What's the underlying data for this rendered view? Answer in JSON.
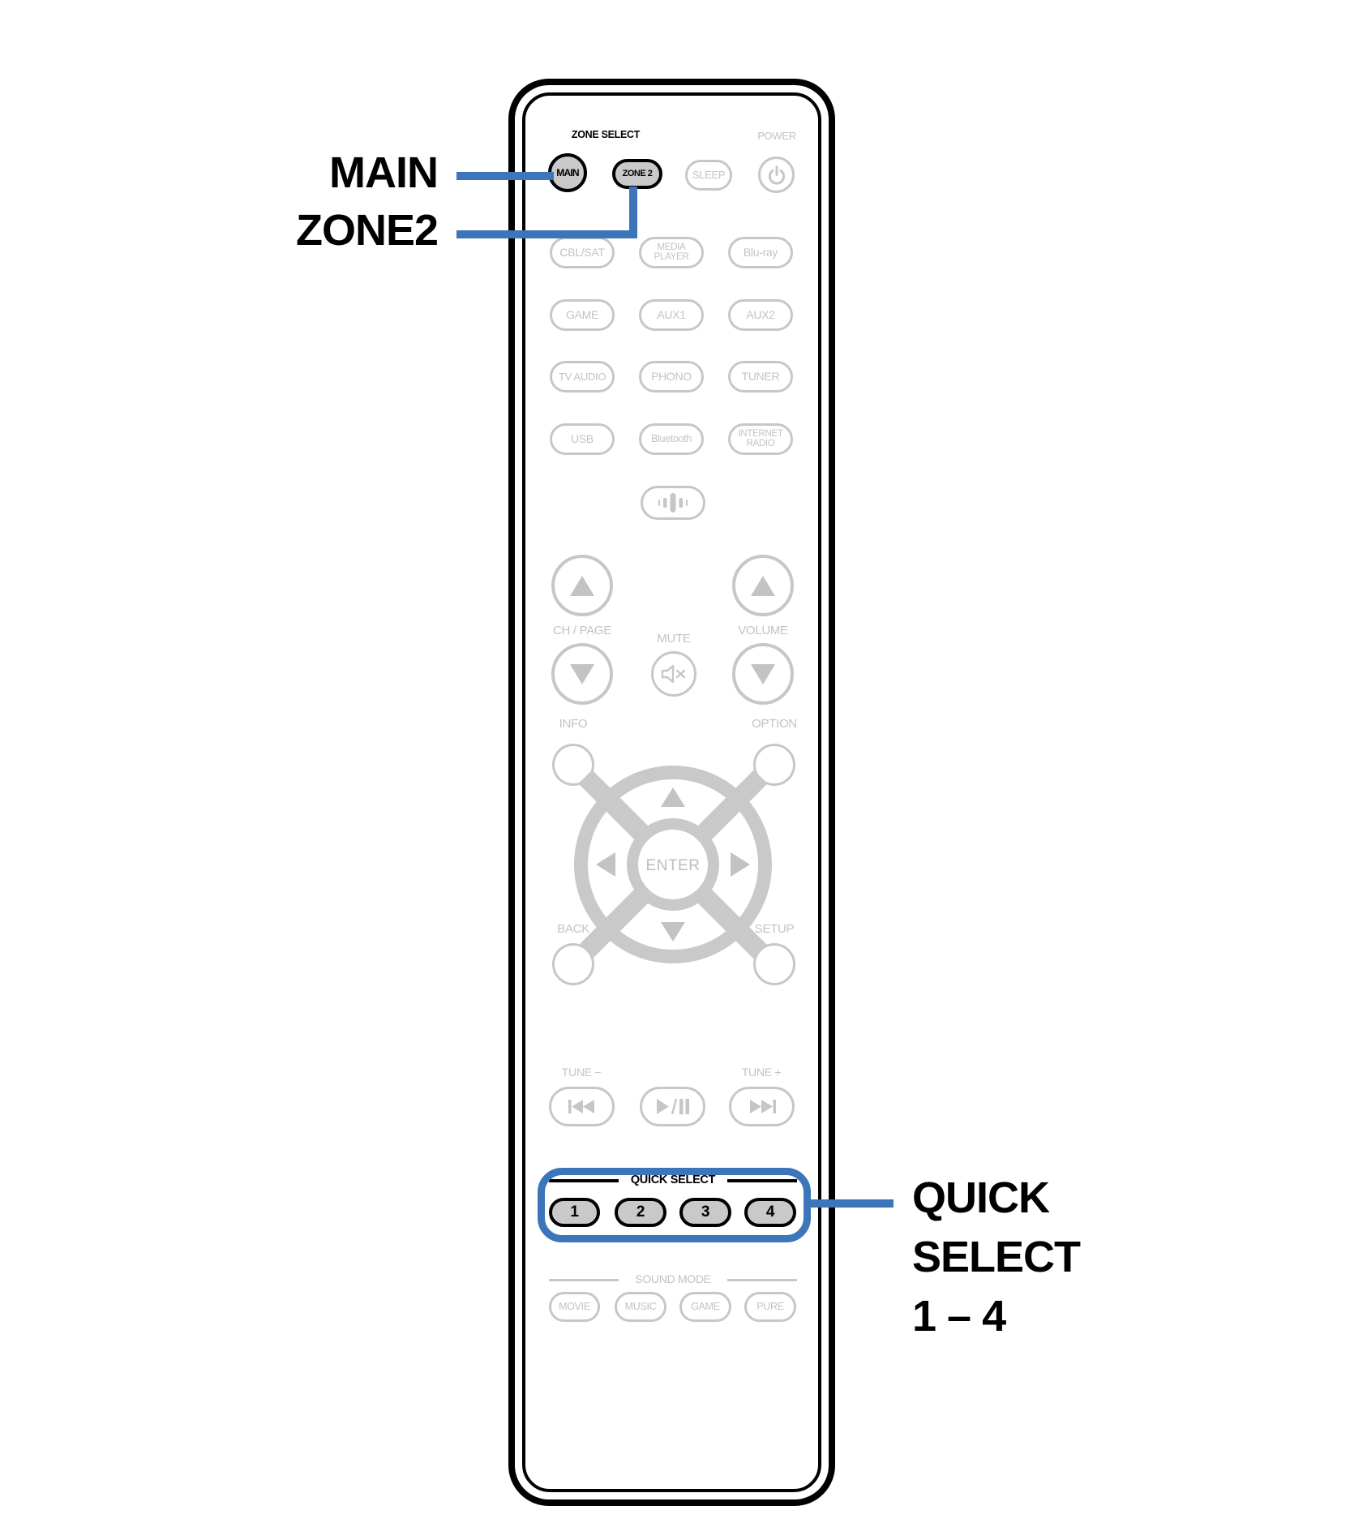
{
  "colors": {
    "accent_blue": "#3C75B9",
    "highlight_button_fill": "#C9C9C9",
    "inactive_gray": "#C3C3C3",
    "outline_black": "#000000"
  },
  "callouts": {
    "main_label": "MAIN",
    "zone2_label": "ZONE2",
    "quick_select_line1": "QUICK",
    "quick_select_line2": "SELECT",
    "quick_select_line3": "1 – 4"
  },
  "remote": {
    "zone_select_label": "ZONE SELECT",
    "power_label": "POWER",
    "main_button": "MAIN",
    "zone2_button": "ZONE 2",
    "sleep_button": "SLEEP",
    "sources": [
      "CBL/SAT",
      "MEDIA\nPLAYER",
      "Blu-ray",
      "GAME",
      "AUX1",
      "AUX2",
      "TV AUDIO",
      "PHONO",
      "TUNER",
      "USB",
      "Bluetooth",
      "INTERNET\nRADIO"
    ],
    "ch_page_label": "CH / PAGE",
    "mute_label": "MUTE",
    "volume_label": "VOLUME",
    "info_label": "INFO",
    "option_label": "OPTION",
    "enter_label": "ENTER",
    "back_label": "BACK",
    "setup_label": "SETUP",
    "tune_minus_label": "TUNE −",
    "tune_plus_label": "TUNE +",
    "quick_select_label": "QUICK SELECT",
    "quick_select_buttons": [
      "1",
      "2",
      "3",
      "4"
    ],
    "sound_mode_label": "SOUND MODE",
    "sound_mode_buttons": [
      "MOVIE",
      "MUSIC",
      "GAME",
      "PURE"
    ],
    "icons": {
      "power": "power-icon",
      "channel_level": "channel-level-icon",
      "mute": "mute-speaker-x-icon",
      "channel_up": "triangle-up-icon",
      "channel_down": "triangle-down-icon",
      "volume_up": "triangle-up-icon",
      "volume_down": "triangle-down-icon",
      "cursor_pad": "cursor-pad-icon",
      "skip_back": "skip-back-icon",
      "play_pause": "play-pause-icon",
      "skip_forward": "skip-forward-icon"
    }
  }
}
